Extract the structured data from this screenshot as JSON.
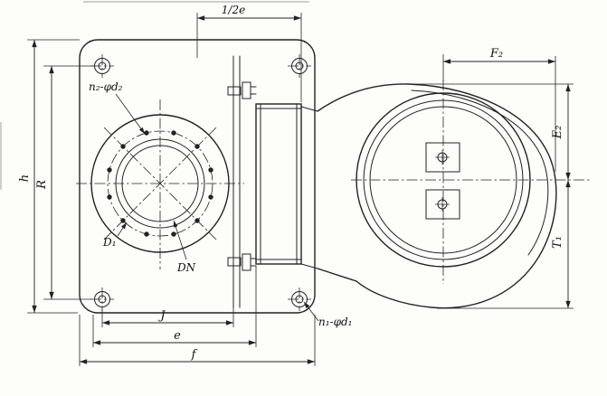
{
  "figure": {
    "colors": {
      "line": "#222222",
      "paper": "#fdfdfa"
    },
    "dimension_labels": {
      "half_e": "1/2e",
      "F2": "F₂",
      "E2": "E₂",
      "T1": "T₁",
      "h": "h",
      "R": "R",
      "J": "J",
      "e": "e",
      "f": "f"
    },
    "feature_labels": {
      "n2_phi_d2": "n₂-φd₂",
      "D1": "D₁",
      "DN": "DN",
      "n1_phi_d1": "n₁-φd₁"
    }
  }
}
